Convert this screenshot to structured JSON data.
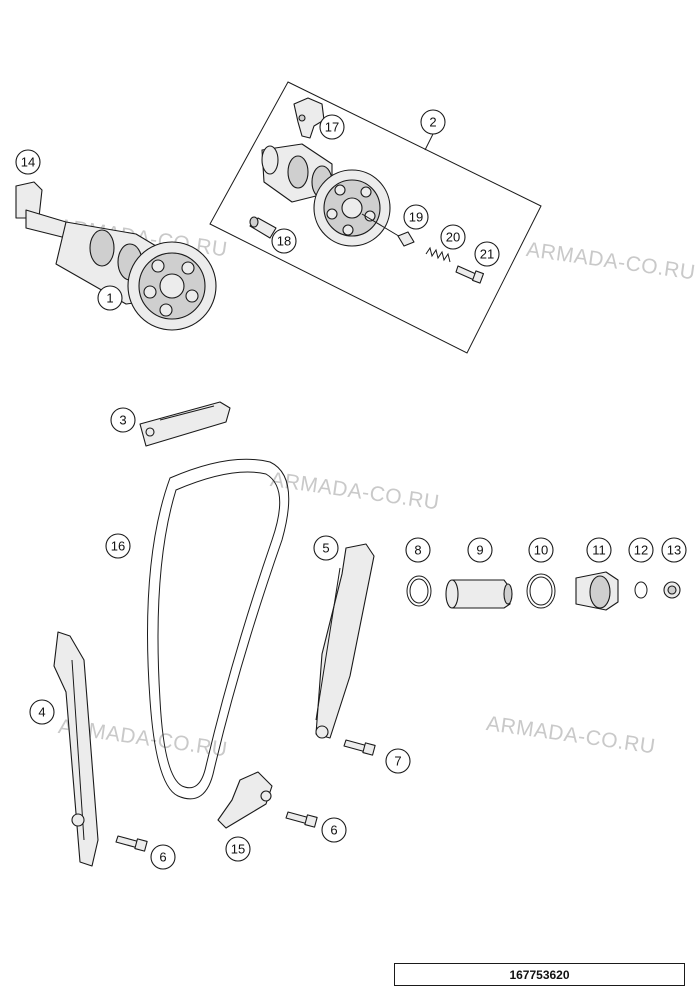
{
  "watermarks": [
    "ARMADA-CO.RU",
    "ARMADA-CO.RU",
    "ARMADA-CO.RU",
    "ARMADA-CO.RU"
  ],
  "callouts": [
    "1",
    "2",
    "3",
    "4",
    "5",
    "6",
    "6",
    "7",
    "8",
    "9",
    "10",
    "11",
    "12",
    "13",
    "14",
    "15",
    "16",
    "17",
    "18",
    "19",
    "20",
    "21"
  ],
  "reference_number": "167753620"
}
